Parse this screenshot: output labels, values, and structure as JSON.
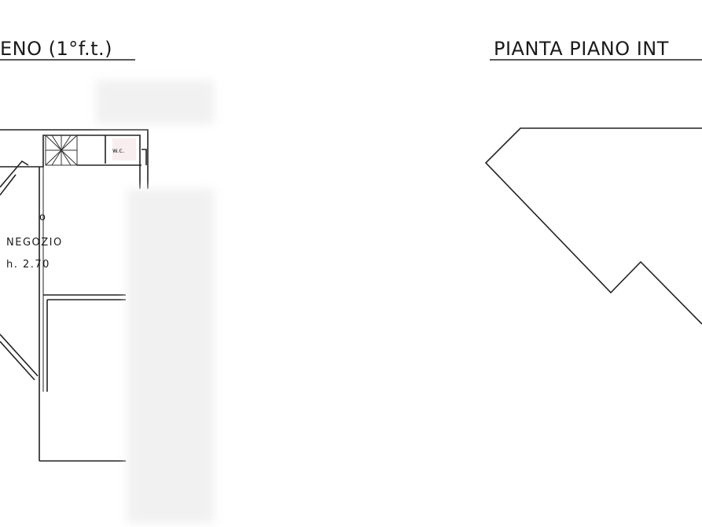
{
  "left_plan": {
    "title": "ENO (1°f.t.)",
    "room_name": "NEGOZIO",
    "room_height": "h. 2.70",
    "wc_label": "w.c.",
    "marker": "o"
  },
  "right_plan": {
    "title": "PIANTA PIANO INT"
  },
  "colors": {
    "ink": "#222222",
    "redaction": "#f1f1f1"
  }
}
